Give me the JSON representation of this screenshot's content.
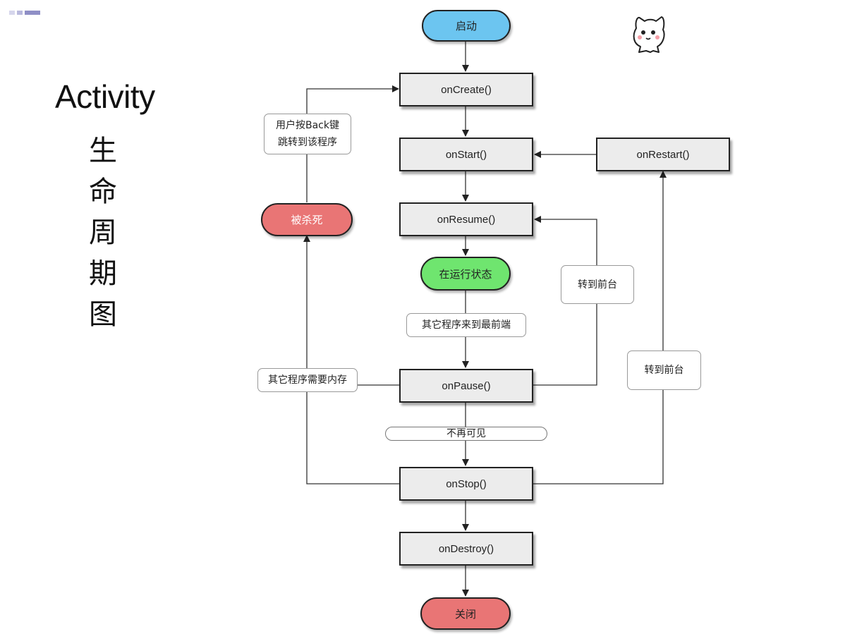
{
  "title": "Activity",
  "subtitle_chars": [
    "生",
    "命",
    "周",
    "期",
    "图"
  ],
  "nodes": {
    "start": "启动",
    "on_create": "onCreate()",
    "on_start": "onStart()",
    "on_restart": "onRestart()",
    "on_resume": "onResume()",
    "running": "在运行状态",
    "on_pause": "onPause()",
    "on_stop": "onStop()",
    "on_destroy": "onDestroy()",
    "close": "关闭",
    "killed": "被杀死"
  },
  "edge_labels": {
    "back_key_line1": "用户按Back键",
    "back_key_line2": "跳转到该程序",
    "to_foreground_resume": "转到前台",
    "other_app_front": "其它程序来到最前端",
    "to_foreground_restart": "转到前台",
    "need_memory": "其它程序需要内存",
    "not_visible": "不再可见"
  },
  "colors": {
    "start_fill": "#6cc5f0",
    "running_fill": "#6fe56f",
    "killed_fill": "#e97575",
    "close_fill": "#e97575",
    "process_fill": "#ececec"
  },
  "icons": {
    "mascot": "cartoon-cat-icon",
    "corner": "slide-corner-decoration"
  }
}
